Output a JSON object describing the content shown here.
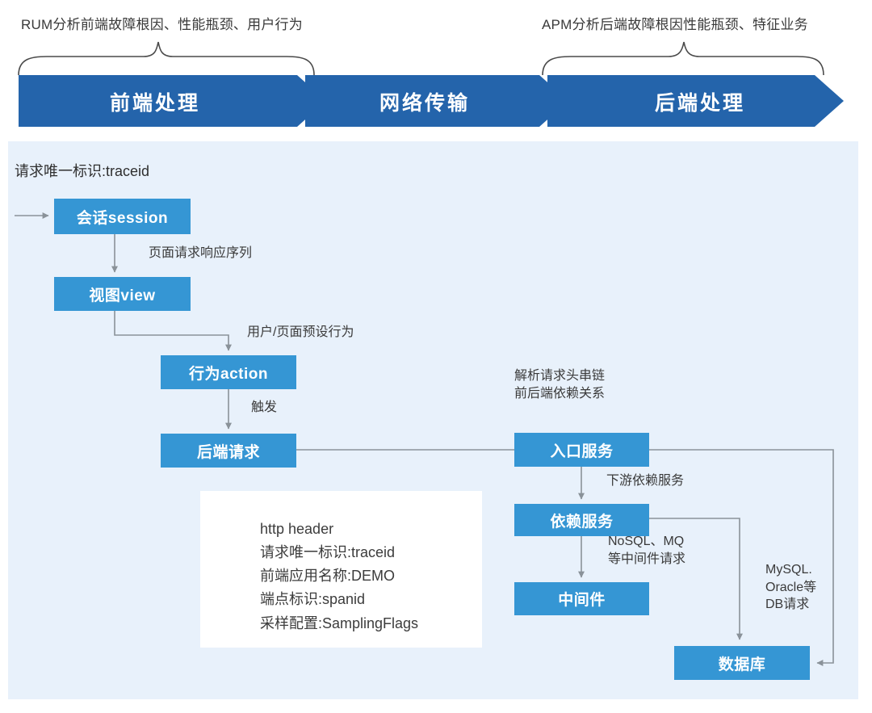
{
  "top": {
    "braces": [
      {
        "id": "rum",
        "label": "RUM分析前端故障根因、性能瓶颈、用户行为"
      },
      {
        "id": "apm",
        "label": "APM分析后端故障根因性能瓶颈、特征业务"
      }
    ],
    "banner": {
      "color": "#2464ab",
      "stages": [
        {
          "id": "frontend",
          "label": "前端处理"
        },
        {
          "id": "network",
          "label": "网络传输"
        },
        {
          "id": "backend",
          "label": "后端处理"
        }
      ]
    }
  },
  "panel": {
    "background": "#e8f1fb",
    "title": "请求唯一标识:traceid",
    "node_color": "#3596d4",
    "nodes": [
      {
        "id": "session",
        "label": "会话session"
      },
      {
        "id": "view",
        "label": "视图view"
      },
      {
        "id": "action",
        "label": "行为action"
      },
      {
        "id": "backendreq",
        "label": "后端请求"
      },
      {
        "id": "entry",
        "label": "入口服务"
      },
      {
        "id": "dependency",
        "label": "依赖服务"
      },
      {
        "id": "middleware",
        "label": "中间件"
      },
      {
        "id": "database",
        "label": "数据库"
      }
    ],
    "edge_labels": [
      {
        "id": "session-to-view",
        "text": "页面请求响应序列"
      },
      {
        "id": "view-to-action",
        "text": "用户/页面预设行为"
      },
      {
        "id": "action-to-backendreq",
        "text": "触发"
      },
      {
        "id": "backendreq-to-entry",
        "text": "解析请求头串链\n前后端依赖关系"
      },
      {
        "id": "entry-to-dependency",
        "text": "下游依赖服务"
      },
      {
        "id": "dependency-to-database",
        "text": "NoSQL、MQ\n等中间件请求"
      },
      {
        "id": "entry-to-database",
        "text": "MySQL.\nOracle等\nDB请求"
      }
    ],
    "header_card": {
      "lines": [
        "http header",
        "请求唯一标识:traceid",
        "前端应用名称:DEMO",
        "端点标识:spanid",
        "采样配置:SamplingFlags"
      ]
    }
  }
}
